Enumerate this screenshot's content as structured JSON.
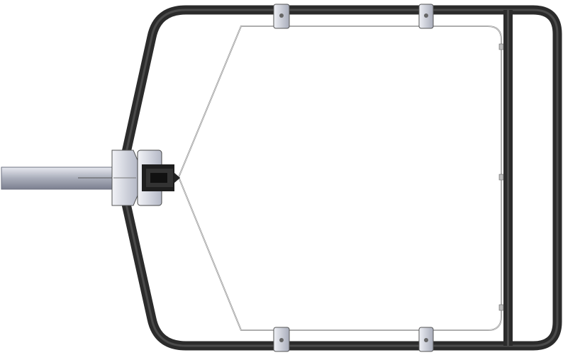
{
  "drawing": {
    "colors": {
      "frame_tube": "#2b2b2b",
      "inner_wire": "#8c8c8c",
      "shaft": "#b8bcc8",
      "clamp": "#c9ccd6",
      "background": "#ffffff"
    },
    "icons": [
      "frame-tube",
      "crossbar",
      "inner-wire-frame",
      "shaft",
      "hub",
      "clamp"
    ]
  }
}
